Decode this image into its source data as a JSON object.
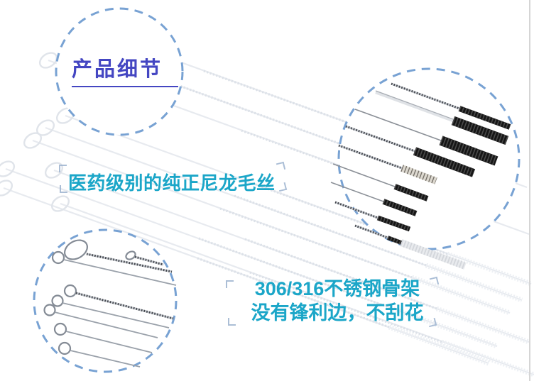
{
  "image": {
    "description": "Product detail photo of stainless-steel wire tube brushes with nylon bristle heads and wire loop handles",
    "background_color": "#ffffff"
  },
  "callout_badge": {
    "label": "产品细节",
    "text_color": "#4446c2"
  },
  "notes": {
    "bristle_note": "医药级别的纯正尼龙毛丝",
    "frame_note_line1": "306/316不锈钢骨架",
    "frame_note_line2": "没有锋利边，不刮花",
    "note_color": "#1ba6c8"
  },
  "colors": {
    "dashed_circle": "#78a2d3",
    "corner_bracket": "#9db3d0",
    "dark_bristle_head": "#161616",
    "faint_background_brush": "#e7eaef",
    "right_border_line": "#d5d5d5"
  }
}
